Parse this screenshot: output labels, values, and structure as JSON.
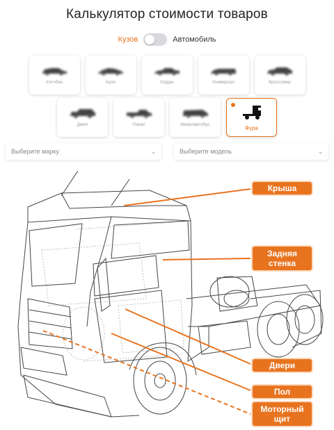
{
  "title": "Калькулятор стоимости товаров",
  "toggle": {
    "left_label": "Кузов",
    "right_label": "Автомобиль"
  },
  "body_types_row1": [
    {
      "label": "Хэтчбек"
    },
    {
      "label": "Купе"
    },
    {
      "label": "Седан"
    },
    {
      "label": "Универсал"
    },
    {
      "label": "Кроссовер"
    }
  ],
  "body_types_row2": [
    {
      "label": "Джип"
    },
    {
      "label": "Пикап"
    },
    {
      "label": "Микроавтобус"
    },
    {
      "label": "Фура",
      "selected": true
    }
  ],
  "selects": {
    "brand_placeholder": "Выберите марку",
    "model_placeholder": "Выберите модель"
  },
  "parts": {
    "roof": "Крыша",
    "back_wall_line1": "Задняя",
    "back_wall_line2": "стенка",
    "doors": "Двери",
    "floor": "Пол",
    "engine_line1": "Моторный",
    "engine_line2": "щит"
  },
  "colors": {
    "accent": "#e8731f"
  }
}
